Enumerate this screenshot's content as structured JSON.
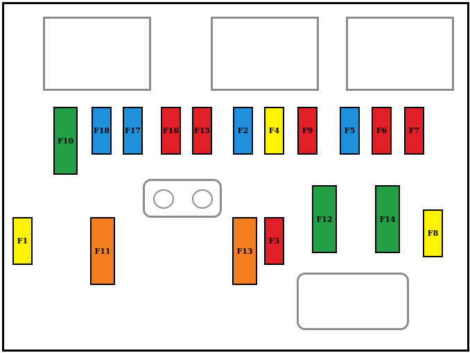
{
  "colors": {
    "blue": "#1e90dc",
    "red": "#e01f26",
    "yellow": "#fff200",
    "green": "#23a046",
    "orange": "#f47f20",
    "outline": "#8c8c8c",
    "frame": "#000000"
  },
  "fuses": [
    {
      "id": "F10",
      "label": "F10",
      "color": "green"
    },
    {
      "id": "F18",
      "label": "F18",
      "color": "blue"
    },
    {
      "id": "F17",
      "label": "F17",
      "color": "blue"
    },
    {
      "id": "F16",
      "label": "F16",
      "color": "red"
    },
    {
      "id": "F15",
      "label": "F15",
      "color": "red"
    },
    {
      "id": "F2",
      "label": "F2",
      "color": "blue"
    },
    {
      "id": "F4",
      "label": "F4",
      "color": "yellow"
    },
    {
      "id": "F9",
      "label": "F9",
      "color": "red"
    },
    {
      "id": "F5",
      "label": "F5",
      "color": "blue"
    },
    {
      "id": "F6",
      "label": "F6",
      "color": "red"
    },
    {
      "id": "F7",
      "label": "F7",
      "color": "red"
    },
    {
      "id": "F1",
      "label": "F1",
      "color": "yellow"
    },
    {
      "id": "F11",
      "label": "F11",
      "color": "orange"
    },
    {
      "id": "F13",
      "label": "F13",
      "color": "orange"
    },
    {
      "id": "F3",
      "label": "F3",
      "color": "red"
    },
    {
      "id": "F12",
      "label": "F12",
      "color": "green"
    },
    {
      "id": "F14",
      "label": "F14",
      "color": "green"
    },
    {
      "id": "F8",
      "label": "F8",
      "color": "yellow"
    }
  ]
}
